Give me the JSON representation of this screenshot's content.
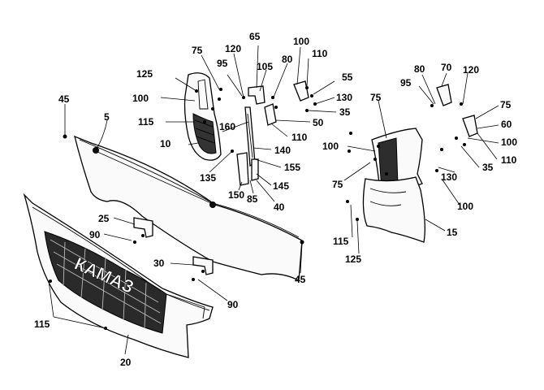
{
  "callouts": [
    {
      "id": "c65",
      "text": "65"
    },
    {
      "id": "c100a",
      "text": "100"
    },
    {
      "id": "c75a",
      "text": "75"
    },
    {
      "id": "c120a",
      "text": "120"
    },
    {
      "id": "c110a",
      "text": "110"
    },
    {
      "id": "c95a",
      "text": "95"
    },
    {
      "id": "c105",
      "text": "105"
    },
    {
      "id": "c80a",
      "text": "80"
    },
    {
      "id": "c55",
      "text": "55"
    },
    {
      "id": "c125a",
      "text": "125"
    },
    {
      "id": "c130a",
      "text": "130"
    },
    {
      "id": "c35a",
      "text": "35"
    },
    {
      "id": "c100b",
      "text": "100"
    },
    {
      "id": "c45a",
      "text": "45"
    },
    {
      "id": "c5",
      "text": "5"
    },
    {
      "id": "c115a",
      "text": "115"
    },
    {
      "id": "c160",
      "text": "160"
    },
    {
      "id": "c50",
      "text": "50"
    },
    {
      "id": "c110b",
      "text": "110"
    },
    {
      "id": "c10",
      "text": "10"
    },
    {
      "id": "c140",
      "text": "140"
    },
    {
      "id": "c155",
      "text": "155"
    },
    {
      "id": "c135",
      "text": "135"
    },
    {
      "id": "c145",
      "text": "145"
    },
    {
      "id": "c150",
      "text": "150"
    },
    {
      "id": "c85",
      "text": "85"
    },
    {
      "id": "c40",
      "text": "40"
    },
    {
      "id": "c80b",
      "text": "80"
    },
    {
      "id": "c70",
      "text": "70"
    },
    {
      "id": "c120b",
      "text": "120"
    },
    {
      "id": "c95b",
      "text": "95"
    },
    {
      "id": "c75b",
      "text": "75"
    },
    {
      "id": "c75c",
      "text": "75"
    },
    {
      "id": "c60",
      "text": "60"
    },
    {
      "id": "c100c",
      "text": "100"
    },
    {
      "id": "c100d",
      "text": "100"
    },
    {
      "id": "c35b",
      "text": "35"
    },
    {
      "id": "c110c",
      "text": "110"
    },
    {
      "id": "c75d",
      "text": "75"
    },
    {
      "id": "c130b",
      "text": "130"
    },
    {
      "id": "c100e",
      "text": "100"
    },
    {
      "id": "c25",
      "text": "25"
    },
    {
      "id": "c90a",
      "text": "90"
    },
    {
      "id": "c115b",
      "text": "115"
    },
    {
      "id": "c15",
      "text": "15"
    },
    {
      "id": "c125b",
      "text": "125"
    },
    {
      "id": "c30",
      "text": "30"
    },
    {
      "id": "c45b",
      "text": "45"
    },
    {
      "id": "c90b",
      "text": "90"
    },
    {
      "id": "c115c",
      "text": "115"
    },
    {
      "id": "c20",
      "text": "20"
    }
  ],
  "grille_lettering": "КАМАЗ"
}
